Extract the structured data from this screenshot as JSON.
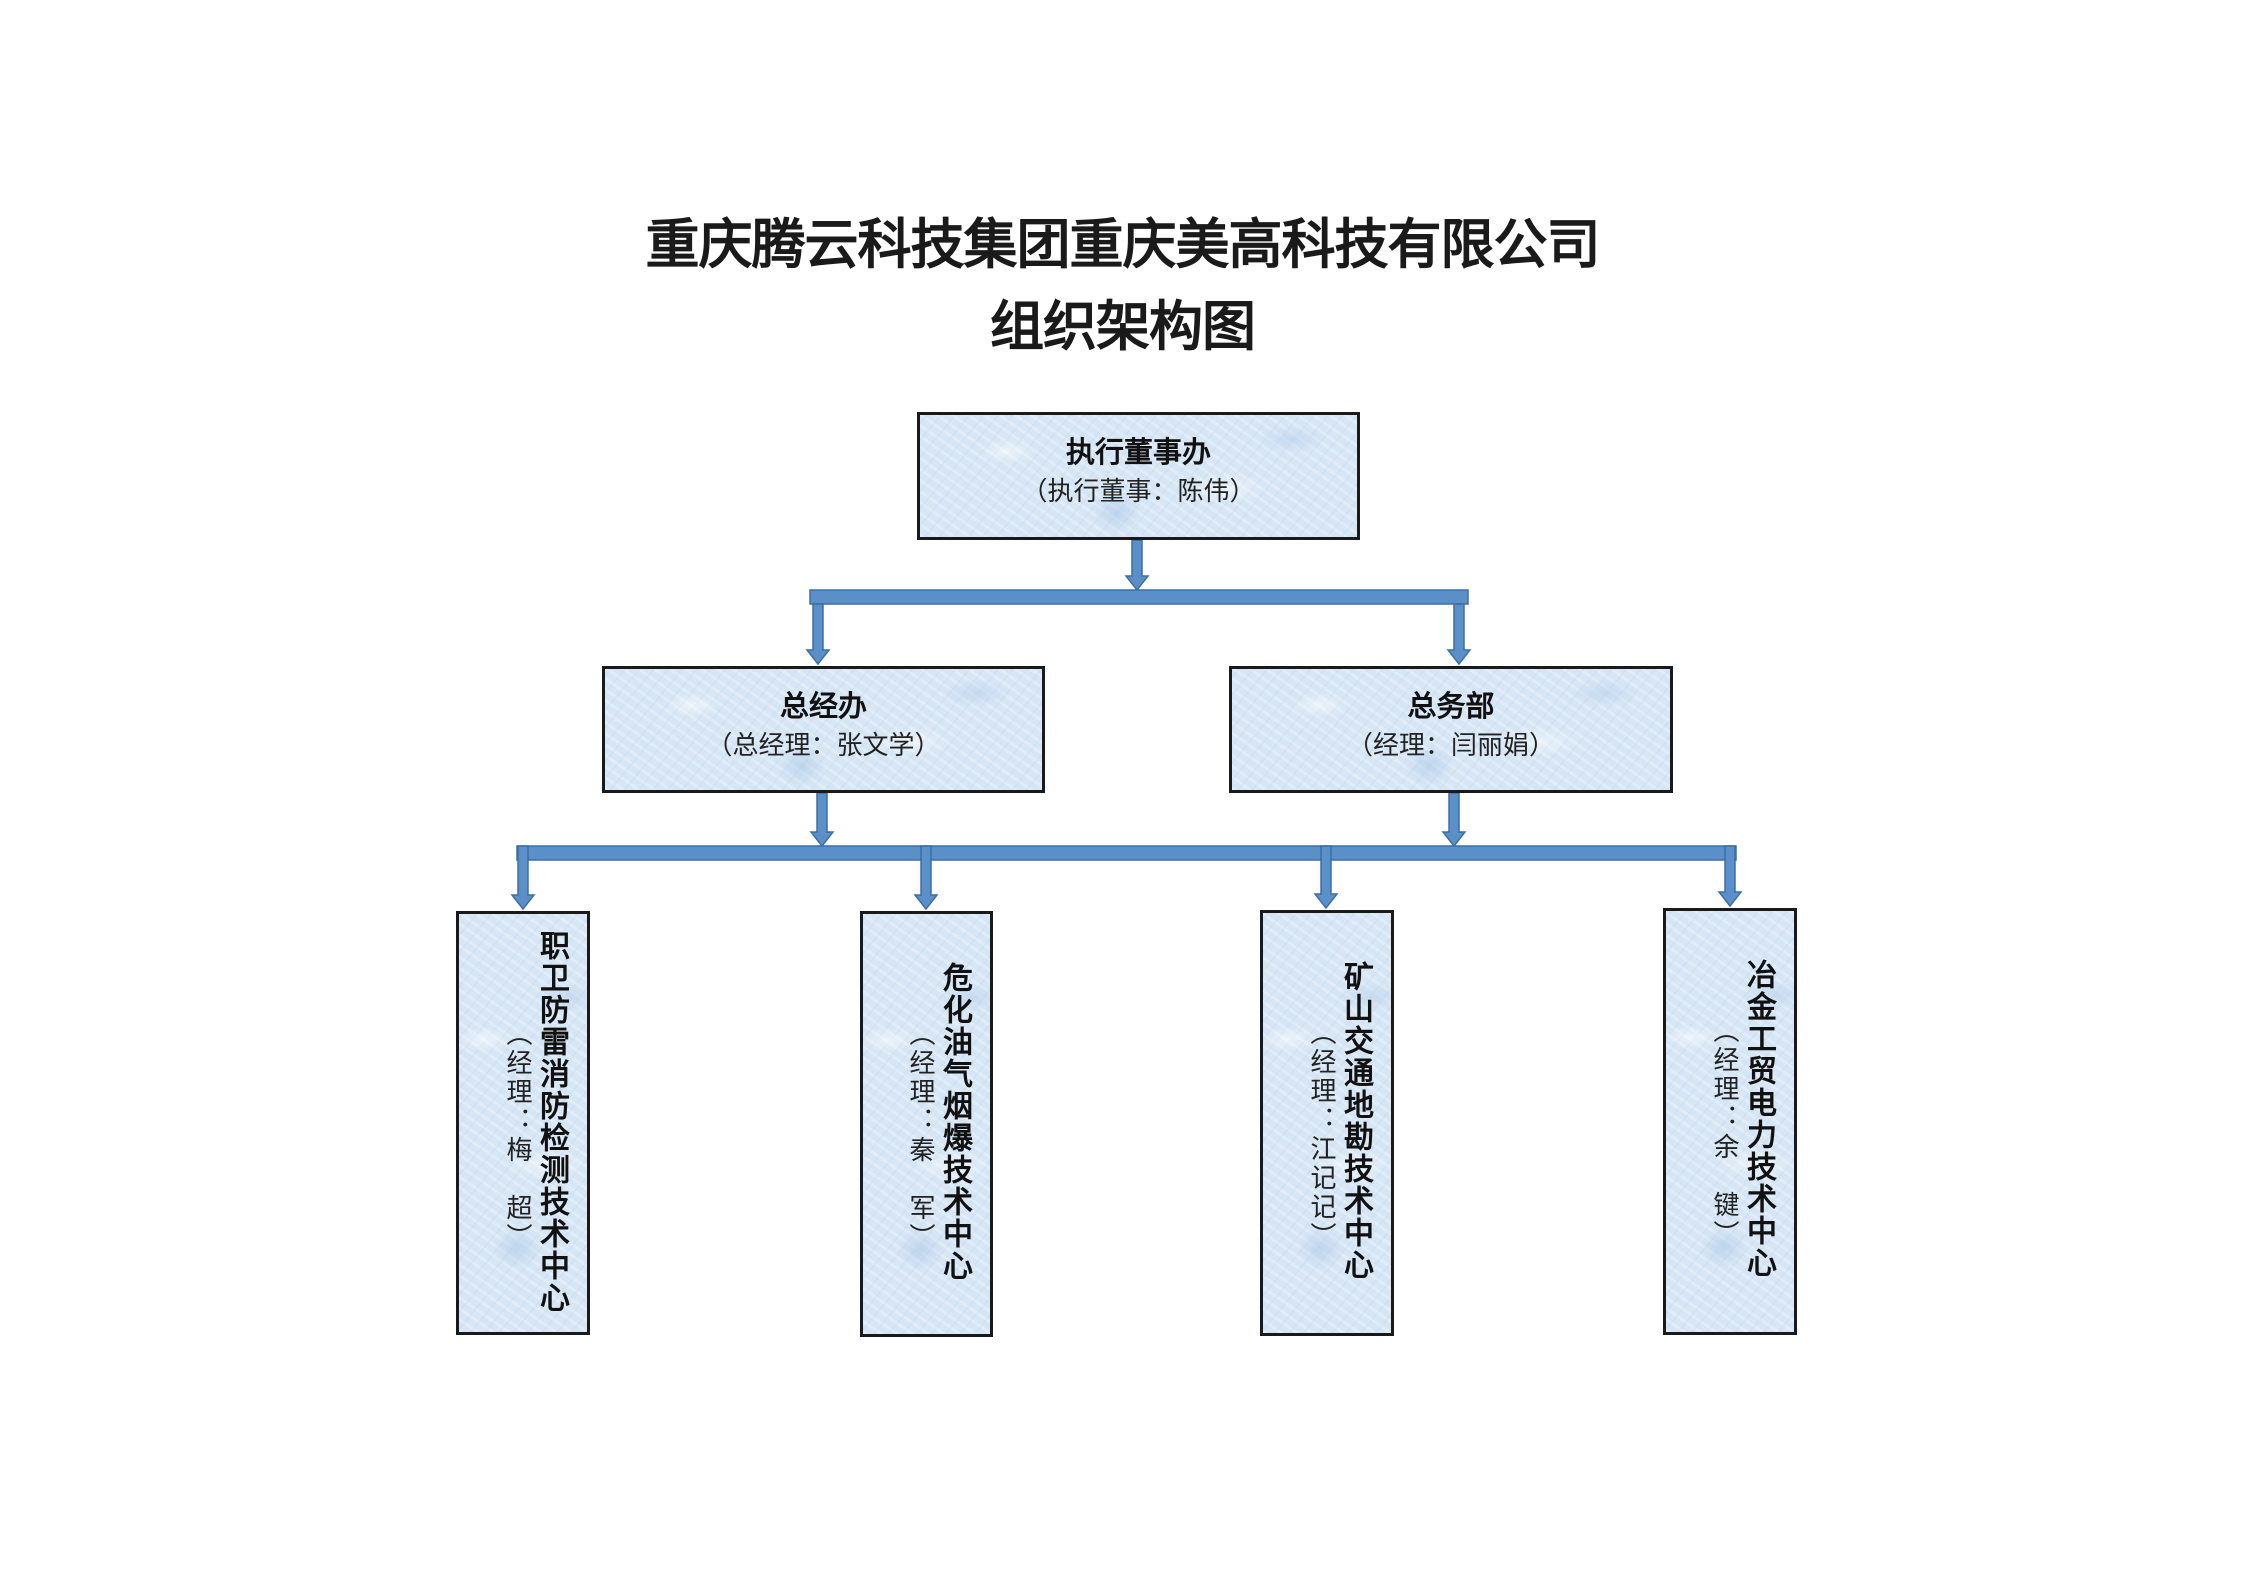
{
  "document": {
    "title_line1": "重庆腾云科技集团重庆美高科技有限公司",
    "title_line2": "组织架构图"
  },
  "colors": {
    "connector": "#5b8fc7",
    "connector_edge": "#3d6fa6",
    "box_fill": "#d9e8f6",
    "box_border": "#1a1a1a"
  },
  "org": {
    "root": {
      "name": "执行董事办",
      "subtitle": "（执行董事：陈伟）"
    },
    "level2": [
      {
        "name": "总经办",
        "subtitle": "（总经理：张文学）"
      },
      {
        "name": "总务部",
        "subtitle": "（经理：闫丽娟）"
      }
    ],
    "level3": [
      {
        "name": "职卫防雷消防检测技术中心",
        "subtitle": "（经理：梅　超）"
      },
      {
        "name": "危化油气烟爆技术中心",
        "subtitle": "（经理：秦　军）"
      },
      {
        "name": "矿山交通地勘技术中心",
        "subtitle": "（经理：江记记）"
      },
      {
        "name": "冶金工贸电力技术中心",
        "subtitle": "（经理：余　键）"
      }
    ]
  }
}
